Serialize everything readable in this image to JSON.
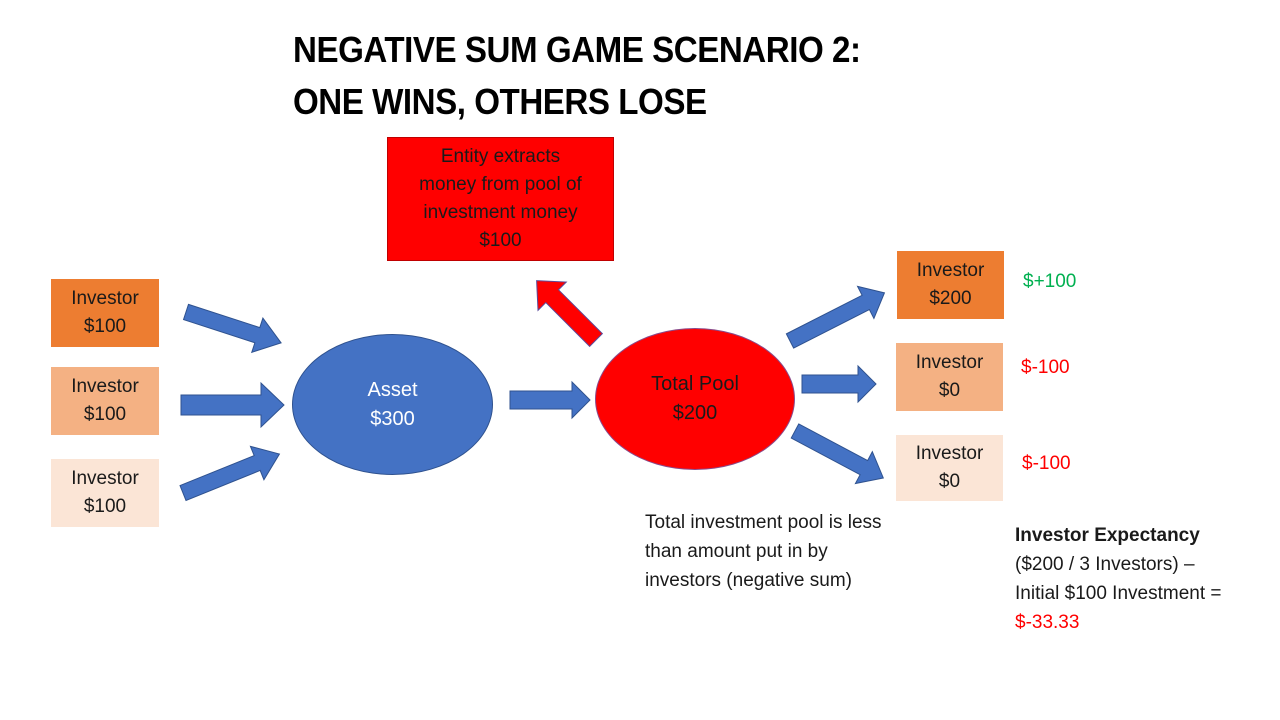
{
  "title": {
    "line1": "NEGATIVE SUM GAME SCENARIO 2:",
    "line2": "ONE WINS, OTHERS LOSE"
  },
  "colors": {
    "investor_dark": "#ed7d31",
    "investor_mid": "#f4b183",
    "investor_light": "#fbe5d6",
    "asset_blue": "#4472c4",
    "pool_red": "#ff0000",
    "gain_green": "#00b050",
    "loss_red": "#ff0000"
  },
  "entity": {
    "line1": "Entity extracts",
    "line2": "money from pool of",
    "line3": "investment money",
    "amount": "$100"
  },
  "inputs": [
    {
      "label": "Investor",
      "amount": "$100"
    },
    {
      "label": "Investor",
      "amount": "$100"
    },
    {
      "label": "Investor",
      "amount": "$100"
    }
  ],
  "asset": {
    "label": "Asset",
    "amount": "$300"
  },
  "pool": {
    "label": "Total Pool",
    "amount": "$200"
  },
  "outputs": [
    {
      "label": "Investor",
      "amount": "$200",
      "delta": "$+100"
    },
    {
      "label": "Investor",
      "amount": "$0",
      "delta": "$-100"
    },
    {
      "label": "Investor",
      "amount": "$0",
      "delta": "$-100"
    }
  ],
  "pool_note": {
    "line1": "Total investment pool is less",
    "line2": "than amount put in by",
    "line3": "investors (negative sum)"
  },
  "expectancy": {
    "heading": "Investor Expectancy",
    "line1": "($200 / 3 Investors) –",
    "line2": "Initial $100 Investment =",
    "result": "$-33.33"
  }
}
